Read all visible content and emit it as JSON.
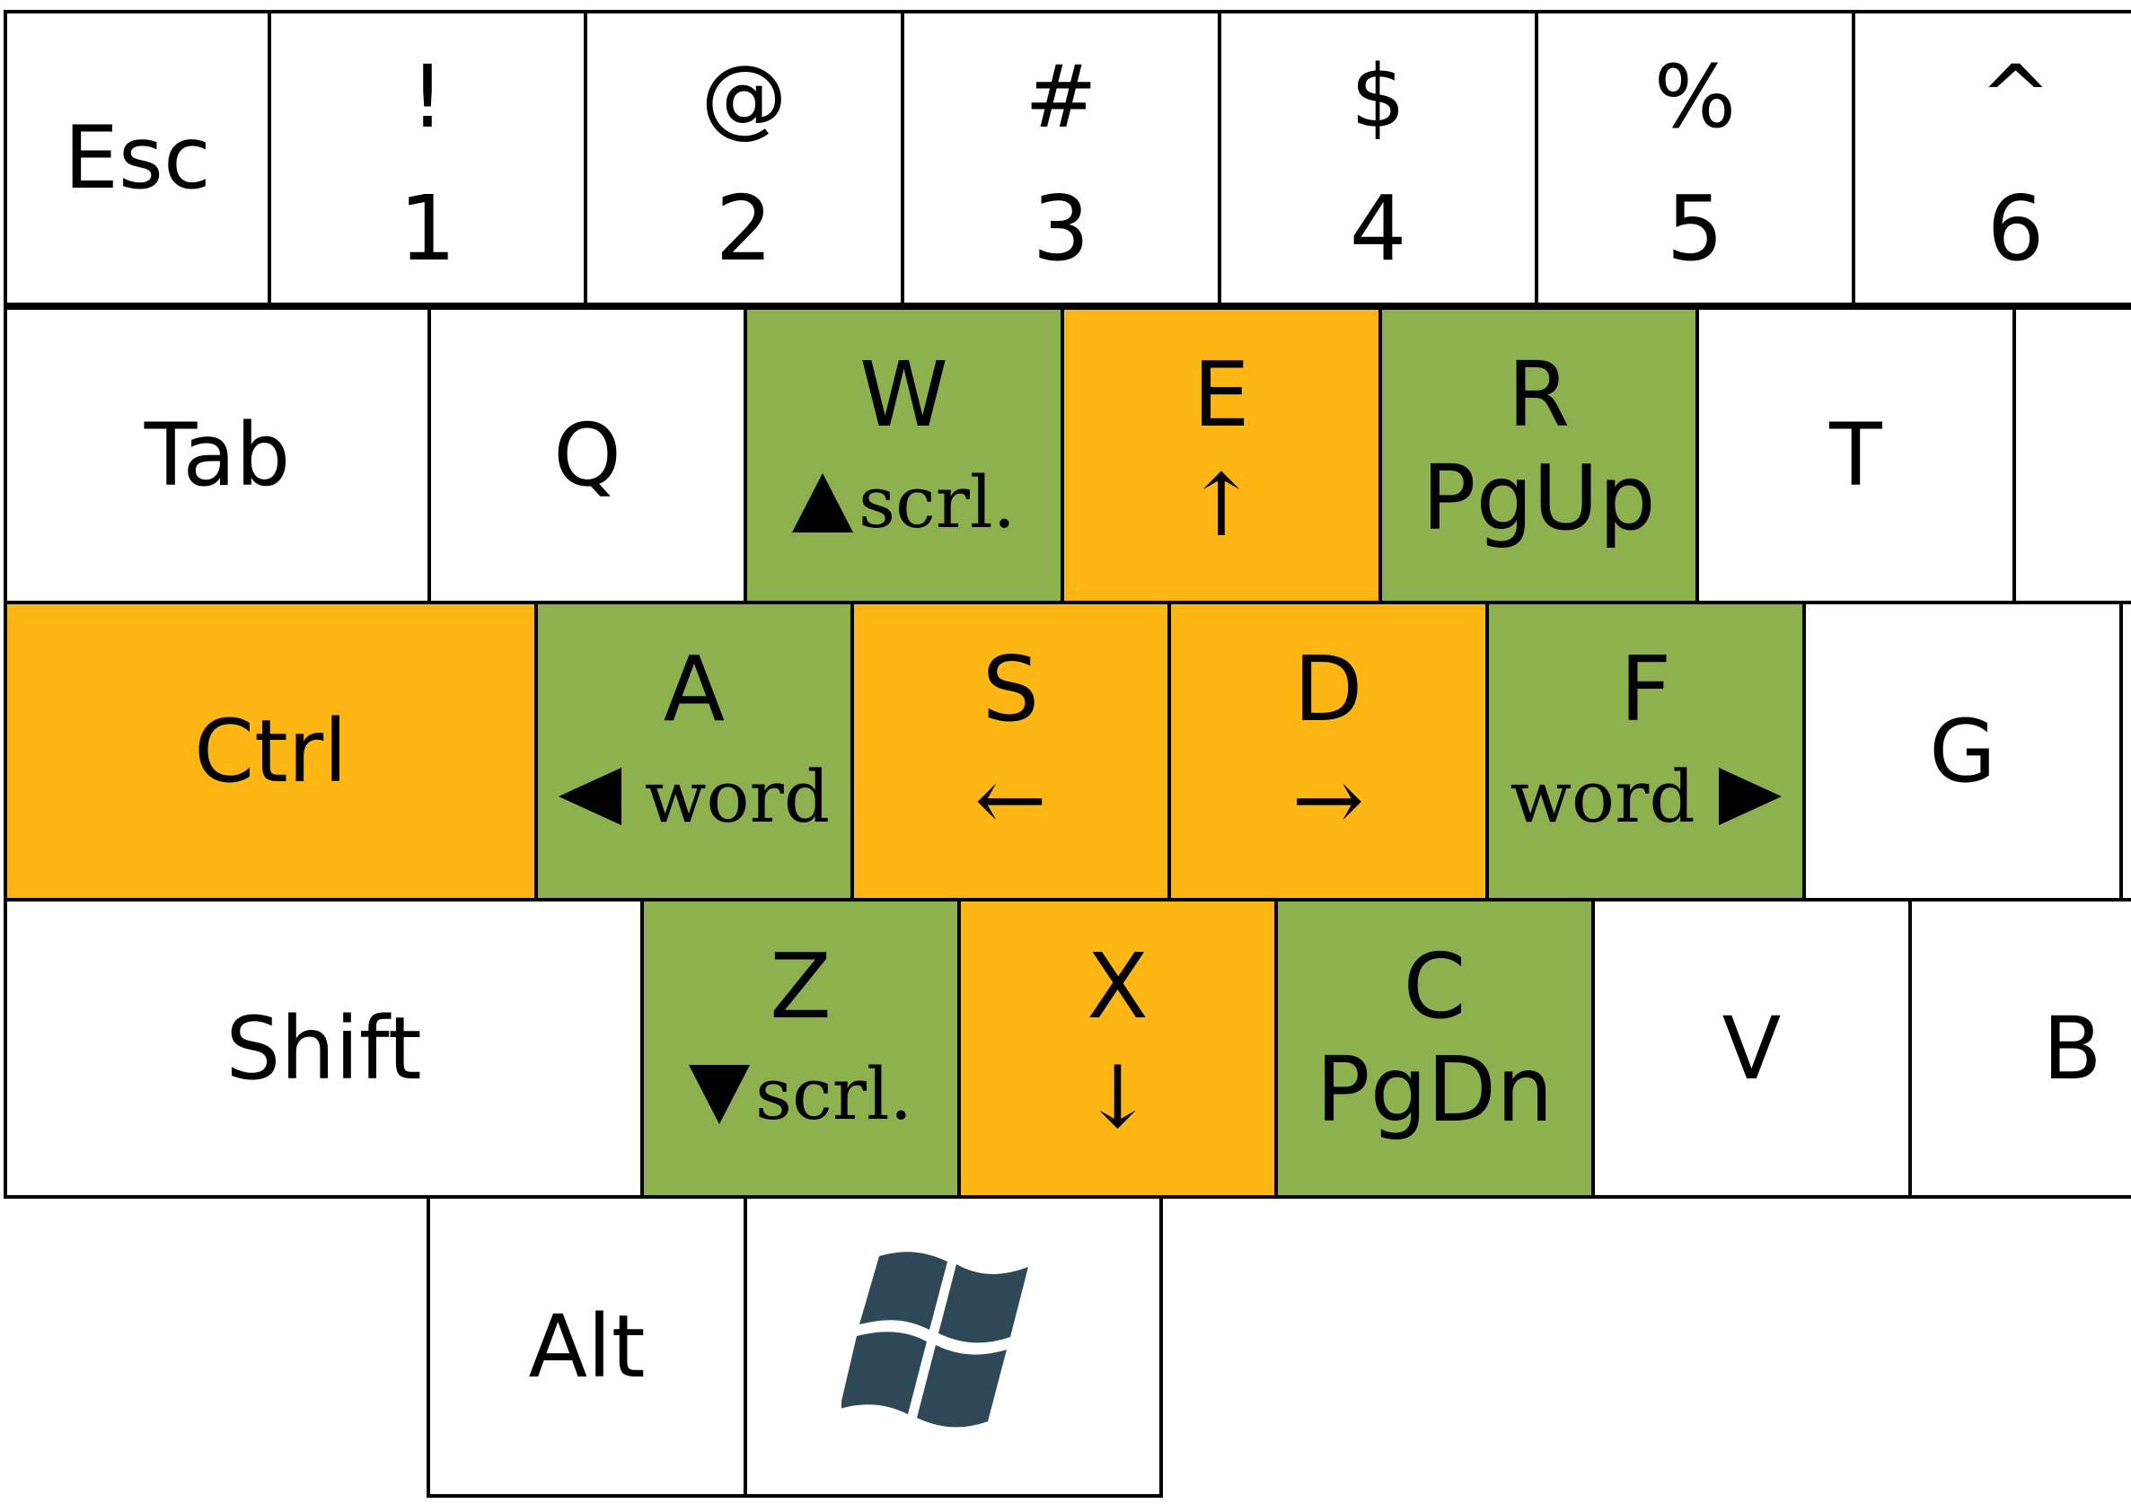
{
  "colors": {
    "orange": "#fdb614",
    "green": "#8db14f",
    "white": "#ffffff",
    "logo": "#2f4858"
  },
  "row1": {
    "esc": "Esc",
    "k1": {
      "shift": "!",
      "base": "1"
    },
    "k2": {
      "shift": "@",
      "base": "2"
    },
    "k3": {
      "shift": "#",
      "base": "3"
    },
    "k4": {
      "shift": "$",
      "base": "4"
    },
    "k5": {
      "shift": "%",
      "base": "5"
    },
    "k6": {
      "shift": "^",
      "base": "6"
    }
  },
  "row2": {
    "tab": "Tab",
    "q": "Q",
    "w": {
      "letter": "W",
      "action": "scrl."
    },
    "e": {
      "letter": "E",
      "action": "↑"
    },
    "r": {
      "letter": "R",
      "action": "PgUp"
    },
    "t": "T"
  },
  "row3": {
    "ctrl": "Ctrl",
    "a": {
      "letter": "A",
      "action": "word"
    },
    "s": {
      "letter": "S",
      "action": "←"
    },
    "d": {
      "letter": "D",
      "action": "→"
    },
    "f": {
      "letter": "F",
      "action": "word"
    },
    "g": "G"
  },
  "row4": {
    "shift": "Shift",
    "z": {
      "letter": "Z",
      "action": "scrl."
    },
    "x": {
      "letter": "X",
      "action": "↓"
    },
    "c": {
      "letter": "C",
      "action": "PgDn"
    },
    "v": "V",
    "b": "B"
  },
  "row5": {
    "alt": "Alt",
    "win_icon": "windows-logo-icon"
  }
}
